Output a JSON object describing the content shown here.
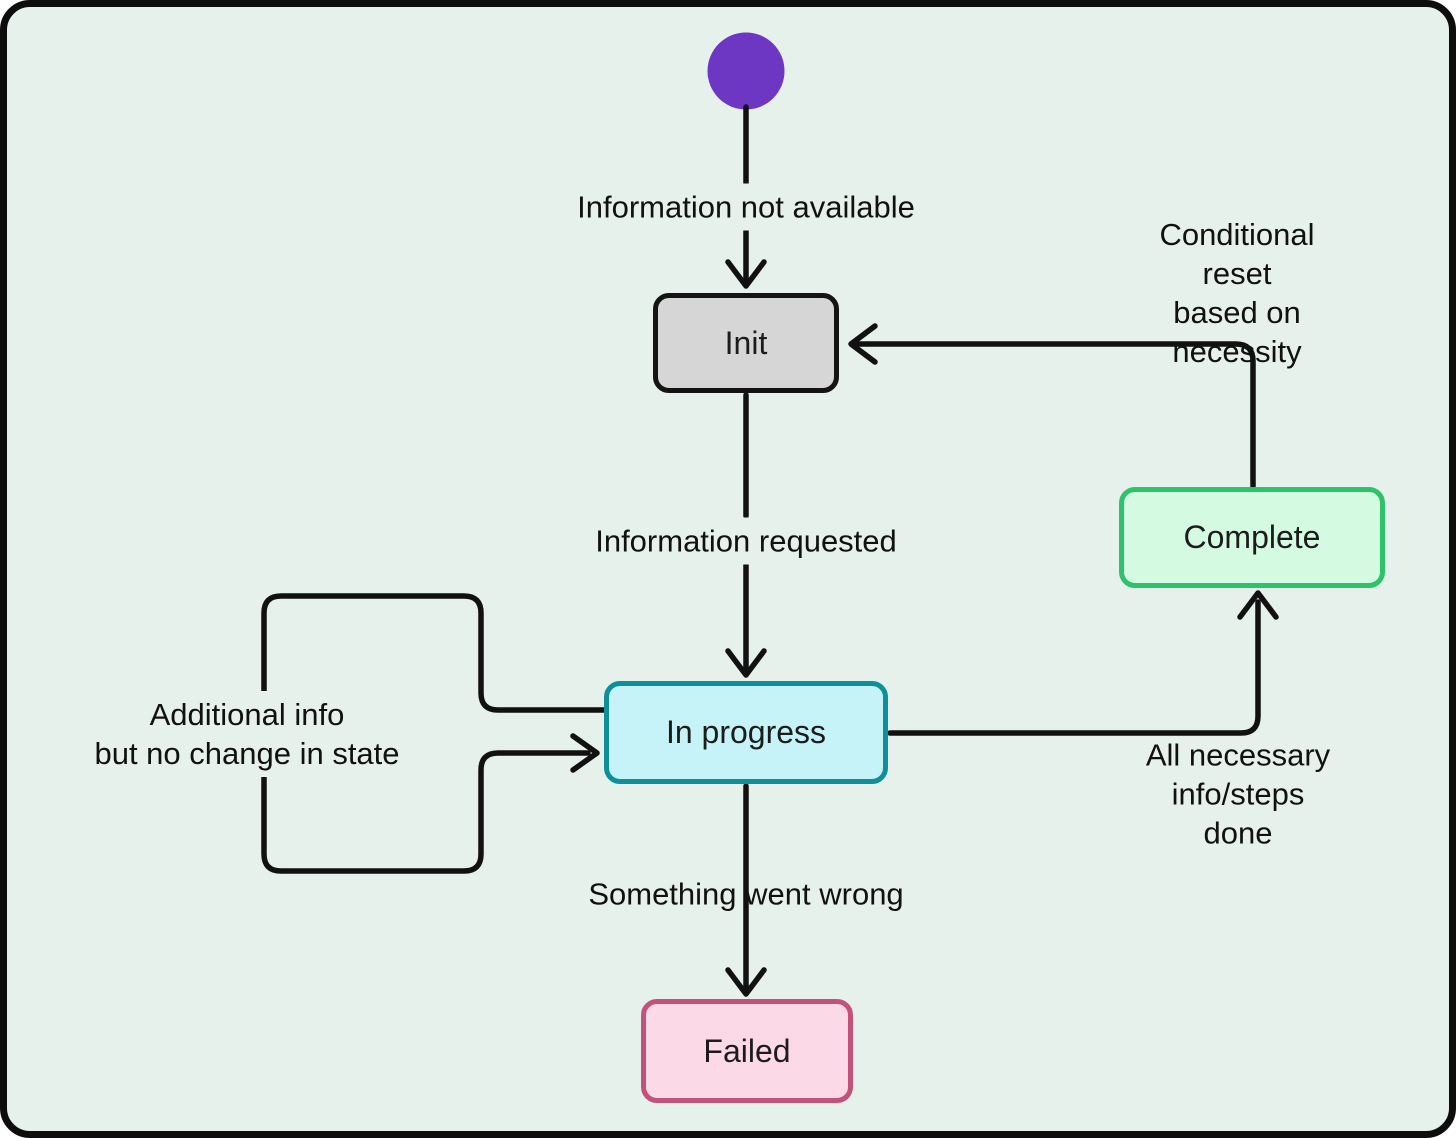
{
  "diagram": {
    "type": "state-machine-flowchart"
  },
  "colors": {
    "canvas_background": "#e7f1ec",
    "frame_border": "#0d0d0d",
    "connector": "#111111",
    "start_node": "#6d36c3",
    "init_fill": "#d6d6d6",
    "init_border": "#141414",
    "in_progress_fill": "#c5f3f7",
    "in_progress_border": "#0e8f9a",
    "complete_fill": "#d4fae2",
    "complete_border": "#2ec36a",
    "failed_fill": "#fcd9e7",
    "failed_border": "#c3527b"
  },
  "nodes": {
    "start": {
      "shape": "filled-circle"
    },
    "init": {
      "label": "Init"
    },
    "in_progress": {
      "label": "In progress"
    },
    "complete": {
      "label": "Complete"
    },
    "failed": {
      "label": "Failed"
    }
  },
  "edges": {
    "start_to_init": {
      "label": "Information not available"
    },
    "init_to_in_progress": {
      "label": "Information requested"
    },
    "in_progress_self_loop": {
      "label": "Additional info\nbut no change in state"
    },
    "in_progress_to_failed": {
      "label": "Something went wrong"
    },
    "in_progress_to_complete": {
      "label": "All necessary\ninfo/steps done"
    },
    "complete_to_init": {
      "label": "Conditional reset\nbased on necessity"
    }
  }
}
